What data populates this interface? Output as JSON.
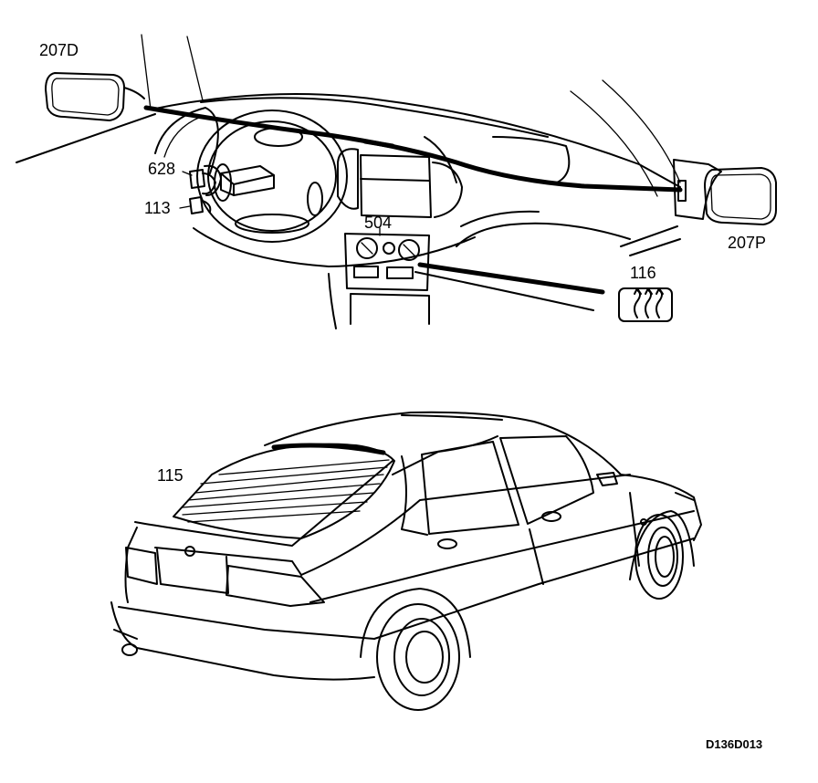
{
  "labels": {
    "mirror_driver": "207D",
    "mirror_passenger": "207P",
    "unit_628": "628",
    "switch_113": "113",
    "control_504": "504",
    "button_116": "116",
    "rear_window": "115"
  },
  "figure_code": "D136D013",
  "icons": {
    "dashboard": "dashboard-wiring-illustration",
    "car": "hatchback-car-illustration",
    "defrost": "rear-defrost-icon"
  }
}
